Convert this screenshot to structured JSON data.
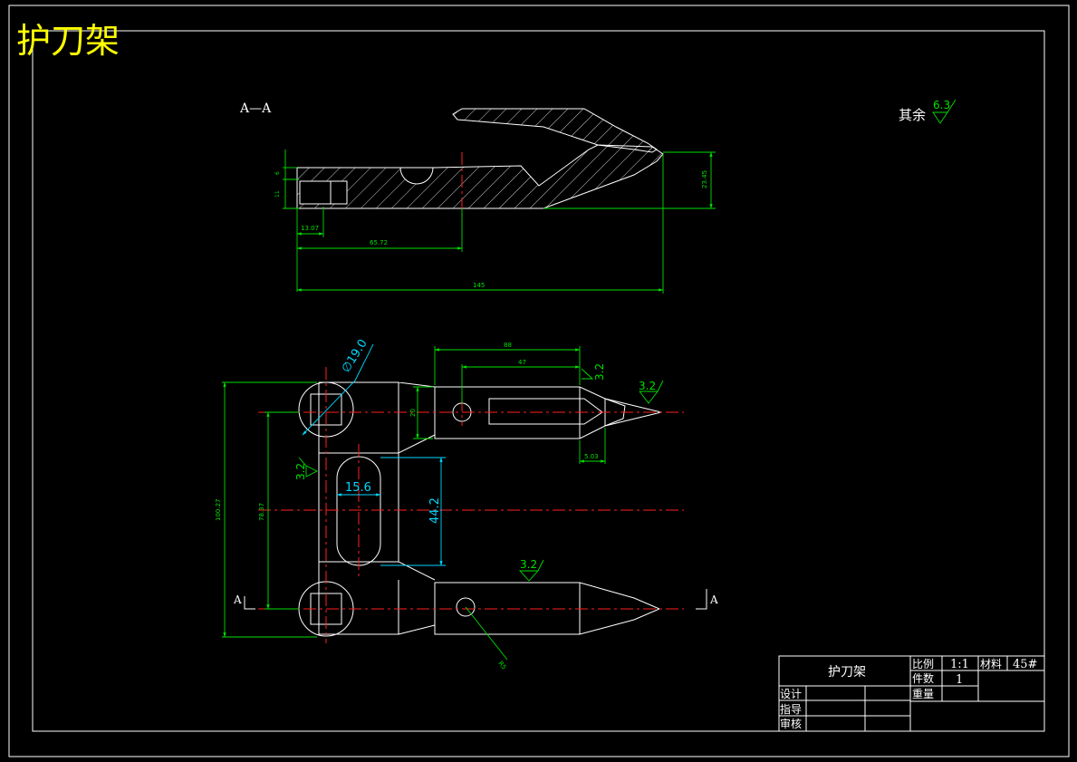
{
  "drawing": {
    "title_big": "护刀架",
    "section_label": "A—A",
    "surface_note": "其余",
    "surface_note_value": "6.3",
    "colors": {
      "background": "#000000",
      "outline": "#ffffff",
      "center": "#ff2020",
      "dimension": "#00e000",
      "dim_cyan": "#00d8ff",
      "title": "#ffff00"
    }
  },
  "section_dims": {
    "d_6": "6",
    "d_11": "11",
    "d_13_07": "13.07",
    "d_65_72": "65.72",
    "d_145": "145",
    "d_23_45": "23.45"
  },
  "plan_dims": {
    "dia": "∅19.0",
    "d_88": "88",
    "d_47": "47",
    "d_20": "20",
    "d_5_03": "5.03",
    "d_15_6": "15.6",
    "d_44_2": "44.2",
    "d_100_27": "100.27",
    "d_78_37": "78.37",
    "d_r": "R5",
    "rough_1": "3.2",
    "rough_2": "3.2",
    "rough_3": "3.2",
    "rough_4": "3.2",
    "cut_a_left": "A",
    "cut_a_right": "A"
  },
  "title_block": {
    "part_name": "护刀架",
    "scale_label": "比例",
    "scale_value": "1:1",
    "material_label": "材料",
    "material_value": "45#",
    "count_label": "件数",
    "count_value": "1",
    "weight_label": "重量",
    "design_label": "设计",
    "guide_label": "指导",
    "review_label": "审核"
  }
}
